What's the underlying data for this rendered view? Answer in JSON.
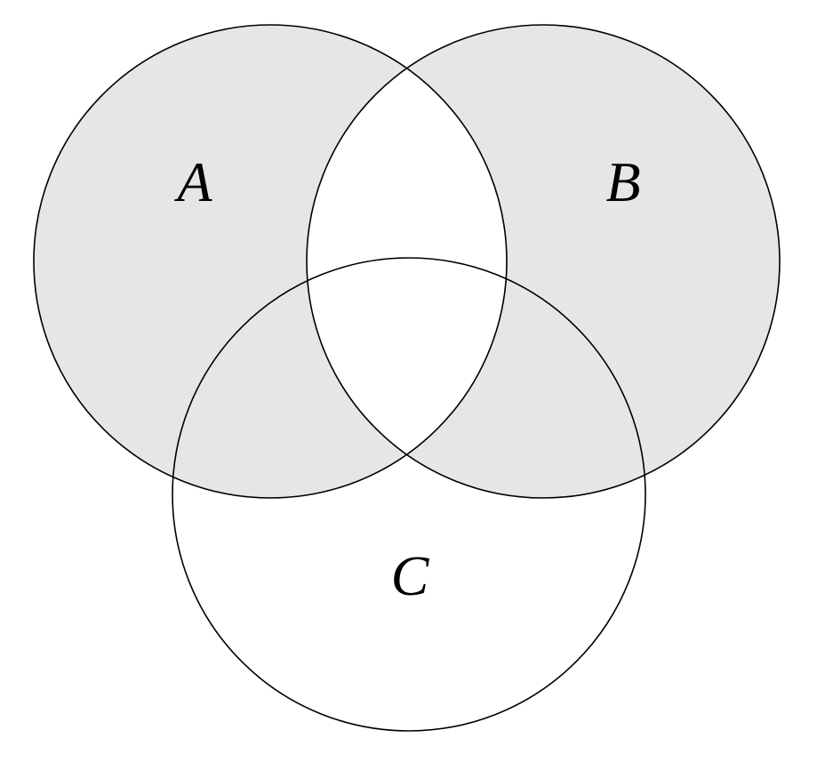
{
  "diagram": {
    "type": "venn-3-sets",
    "title": "",
    "sets": [
      {
        "label": "A",
        "shaded": true
      },
      {
        "label": "B",
        "shaded": true
      },
      {
        "label": "C",
        "shaded": false
      }
    ],
    "shaded_region_expression": "(A ∪ B) − (A ∩ B)",
    "regions": [
      {
        "name": "A only",
        "shaded": true
      },
      {
        "name": "B only",
        "shaded": true
      },
      {
        "name": "C only",
        "shaded": false
      },
      {
        "name": "A ∩ B only",
        "shaded": false
      },
      {
        "name": "A ∩ C only",
        "shaded": true
      },
      {
        "name": "B ∩ C only",
        "shaded": true
      },
      {
        "name": "A ∩ B ∩ C",
        "shaded": false
      }
    ],
    "colors": {
      "shade_fill": "#e6e6e6",
      "stroke": "#000000",
      "background": "#ffffff"
    }
  }
}
